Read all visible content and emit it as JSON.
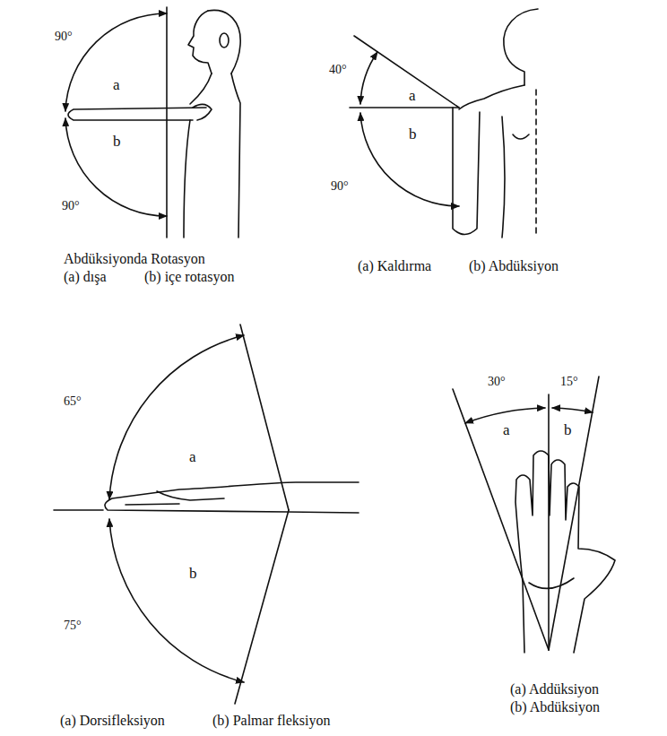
{
  "diagram": {
    "labels": [
      "90°",
      "a",
      "b",
      "90°",
      "Abdüksiyonda Rotasyon",
      "(a) dışa",
      "(b) içe rotasyon",
      "40°",
      "a",
      "b",
      "90°",
      "(a) Kaldırma",
      "(b) Abdüksiyon",
      "65°",
      "a",
      "b",
      "75°",
      "(a) Dorsifleksiyon",
      "(b) Palmar fleksiyon",
      "30°",
      "15°",
      "a",
      "b",
      "(a) Addüksiyon",
      "(b) Abdüksiyon"
    ]
  }
}
